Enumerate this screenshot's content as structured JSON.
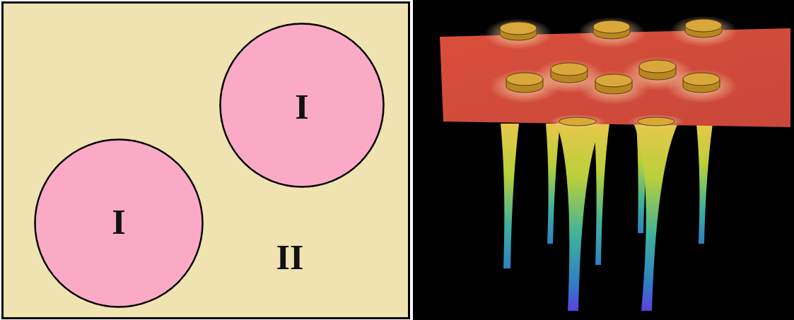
{
  "diagram": {
    "nodes": [
      {
        "text": [
          "II"
        ]
      },
      {
        "text": [
          "I"
        ],
        "in": 0
      },
      {
        "text": [
          "I"
        ],
        "in": 0
      }
    ]
  }
}
